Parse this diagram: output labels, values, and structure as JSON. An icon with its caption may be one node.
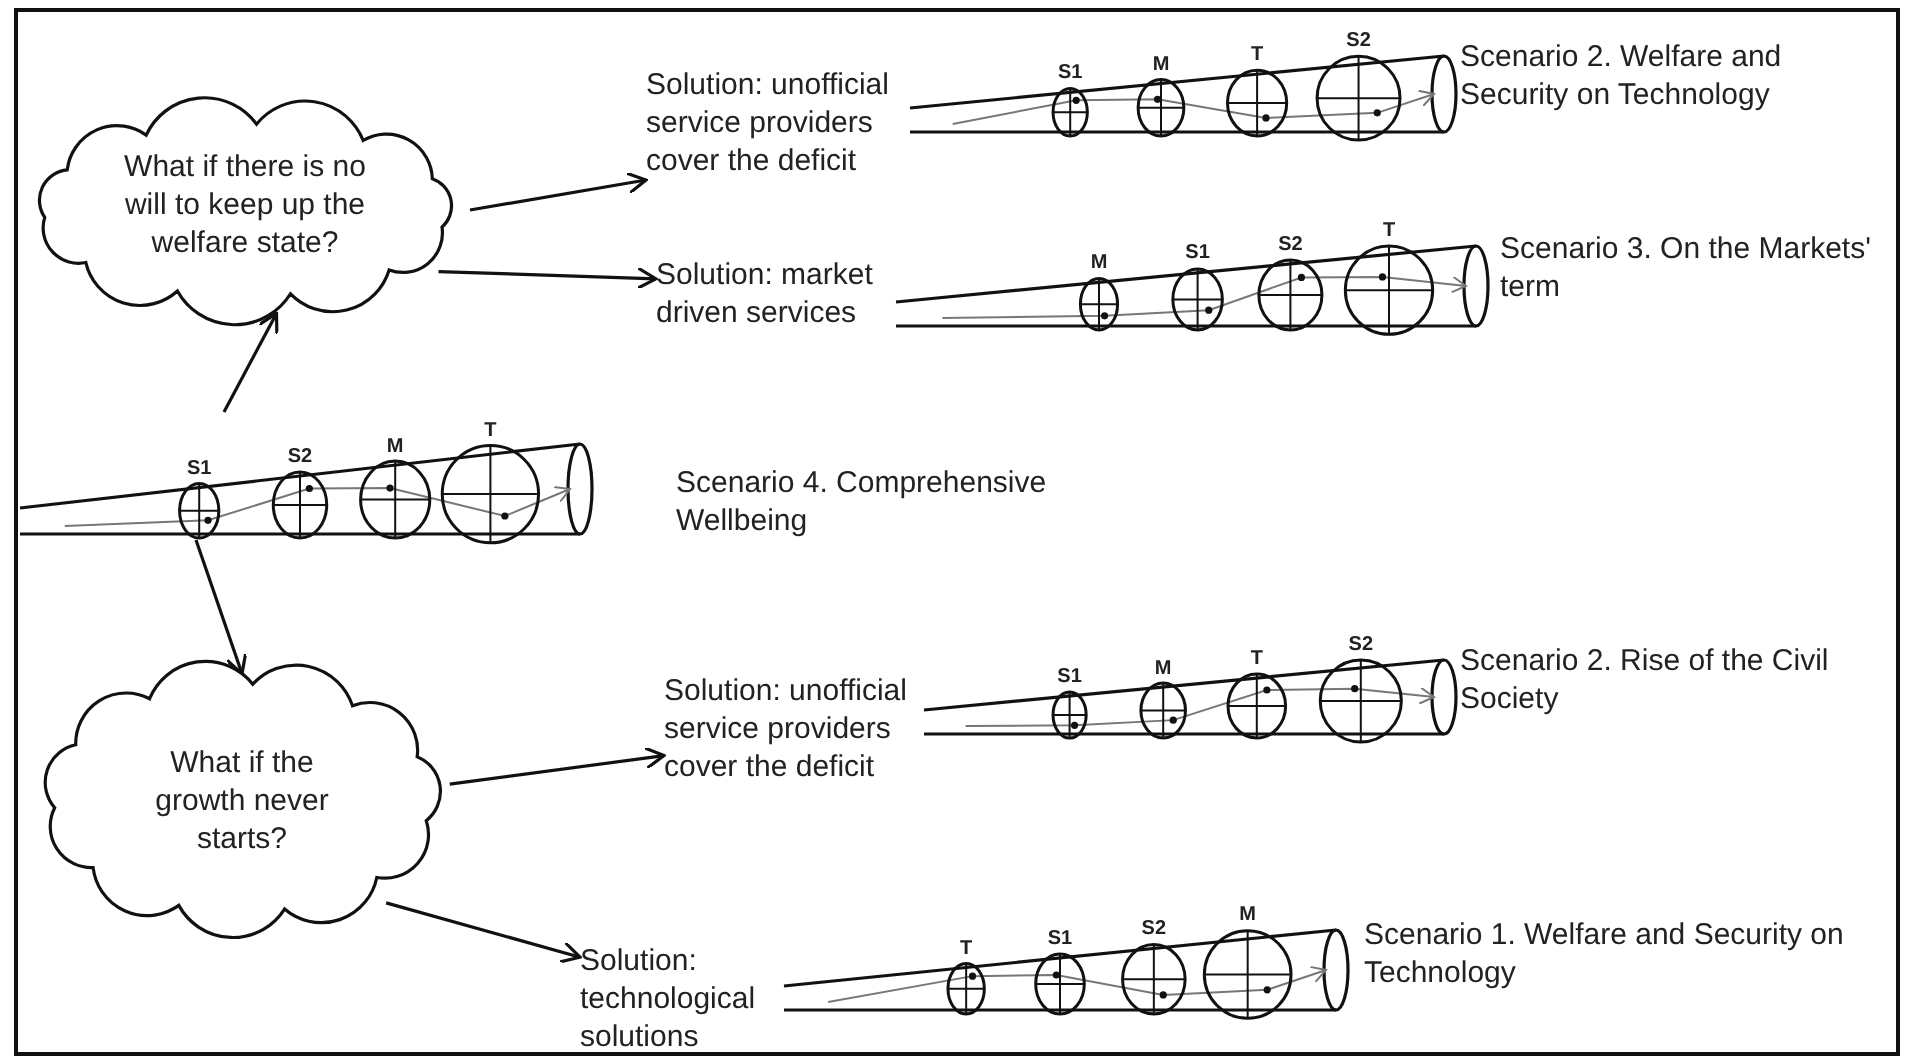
{
  "diagram": {
    "nodes": [
      {
        "text": [
          "What if there is no will to keep up the welfare state?"
        ]
      },
      {
        "text": [
          "Solution: unofficial service providers cover the deficit"
        ]
      },
      {
        "text": [
          "S1",
          "M",
          "T",
          "S2"
        ],
        "beside": [
          "Scenario 2. Welfare and Security on Technology"
        ]
      },
      {
        "text": [
          "Solution: market driven services"
        ]
      },
      {
        "text": [
          "M",
          "S1",
          "S2",
          "T"
        ],
        "beside": [
          "Scenario 3. On the Markets' term"
        ]
      },
      {
        "text": [
          "S1",
          "S2",
          "M",
          "T"
        ],
        "beside": [
          "Scenario 4. Comprehensive Wellbeing"
        ]
      },
      {
        "text": [
          "What if the growth never starts?"
        ]
      },
      {
        "text": [
          "Solution: unofficial service providers cover the deficit"
        ]
      },
      {
        "text": [
          "S1",
          "M",
          "T",
          "S2"
        ],
        "beside": [
          "Scenario 2. Rise of the Civil Society"
        ]
      },
      {
        "text": [
          "Solution: technological solutions"
        ]
      },
      {
        "text": [
          "T",
          "S1",
          "S2",
          "M"
        ],
        "beside": [
          "Scenario 1. Welfare and Security on Technology"
        ]
      }
    ],
    "edges": [
      {
        "from": 0,
        "to": 1,
        "arrow": "to"
      },
      {
        "from": 0,
        "to": 3,
        "arrow": "to"
      },
      {
        "from": 5,
        "to": 0,
        "arrow": "to"
      },
      {
        "from": 5,
        "to": 6,
        "arrow": "to"
      },
      {
        "from": 6,
        "to": 7,
        "arrow": "to"
      },
      {
        "from": 6,
        "to": 9,
        "arrow": "to"
      }
    ]
  }
}
